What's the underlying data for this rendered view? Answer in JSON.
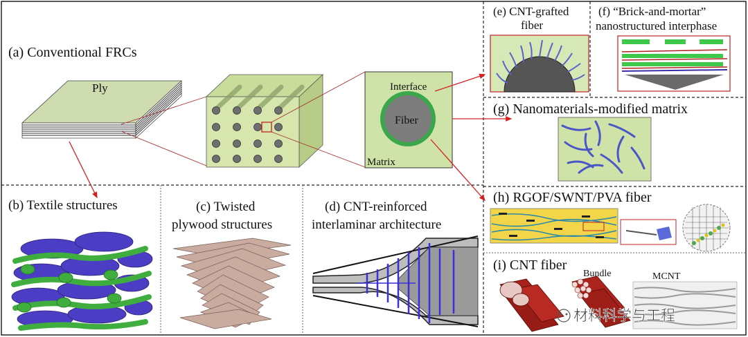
{
  "panels": {
    "a": {
      "title": "(a) Conventional FRCs",
      "ply": "Ply",
      "interface": "Interface",
      "fiber": "Fiber",
      "matrix": "Matrix"
    },
    "b": {
      "title": "(b) Textile structures"
    },
    "c": {
      "title_line1": "(c) Twisted",
      "title_line2": "plywood structures"
    },
    "d": {
      "title_line1": "(d) CNT-reinforced",
      "title_line2": "interlaminar architecture"
    },
    "e": {
      "title_line1": "(e) CNT-grafted",
      "title_line2": "fiber"
    },
    "f": {
      "title_line1": "(f) “Brick-and-mortar”",
      "title_line2": "nanostructured interphase"
    },
    "g": {
      "title": "(g) Nanomaterials-modified matrix"
    },
    "h": {
      "title": "(h) RGOF/SWNT/PVA fiber"
    },
    "i": {
      "title": "(i) CNT fiber",
      "bundle": "Bundle",
      "mcnt": "MCNT"
    }
  },
  "watermark": {
    "text": "材料科学与工程"
  },
  "colors": {
    "arrow": "#d42020",
    "ply": "#cfdcb0",
    "cube": "#d6e6ad",
    "textile_green": "#3fae3f",
    "textile_purple": "#4b3ec4",
    "cnt_blue": "#4a56c8",
    "cnt_red": "#a8221c"
  }
}
